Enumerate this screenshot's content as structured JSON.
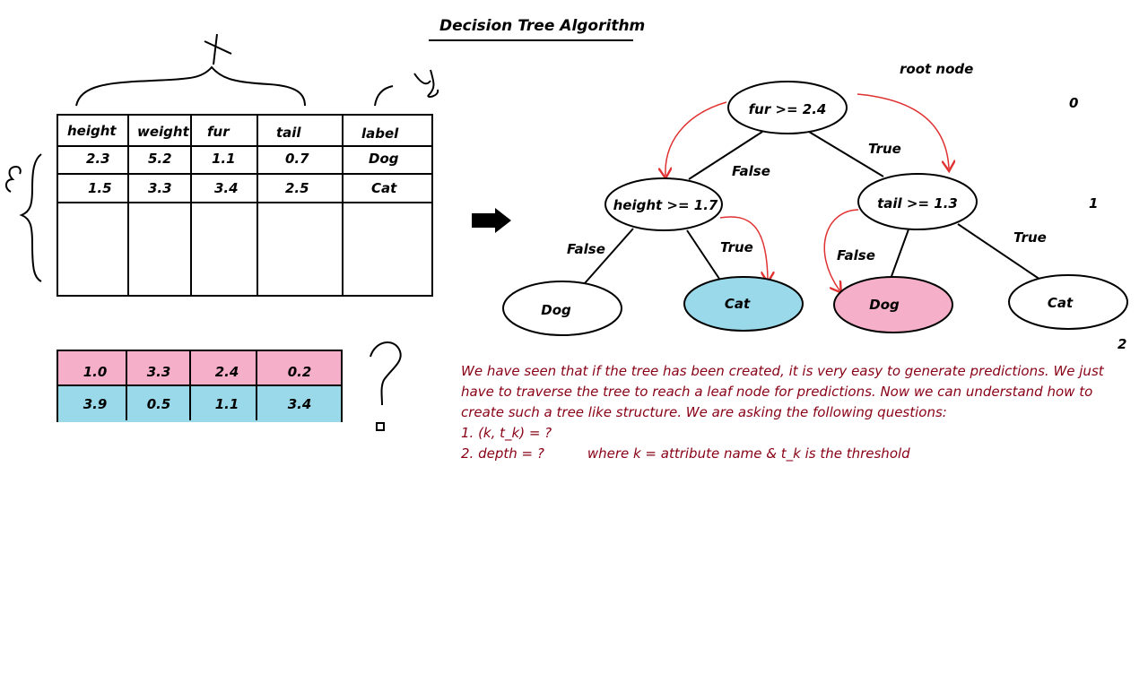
{
  "title": "Decision Tree Algorithm",
  "annotations": {
    "x_label": "x",
    "y_label": "y",
    "m_label": "m",
    "question_mark": "?"
  },
  "feature_table": {
    "headers": [
      "height",
      "weight",
      "fur",
      "tail",
      "label"
    ],
    "rows": [
      [
        "2.3",
        "5.2",
        "1.1",
        "0.7",
        "Dog"
      ],
      [
        "1.5",
        "3.3",
        "3.4",
        "2.5",
        "Cat"
      ]
    ]
  },
  "sample_table": {
    "rows": [
      {
        "values": [
          "1.0",
          "3.3",
          "2.4",
          "0.2"
        ],
        "color": "#f6afc8"
      },
      {
        "values": [
          "3.9",
          "0.5",
          "1.1",
          "3.4"
        ],
        "color": "#99d9ea"
      }
    ]
  },
  "tree": {
    "root_label": "root node",
    "root": "fur >= 2.4",
    "left": "height >= 1.7",
    "right": "tail >= 1.3",
    "leaves": [
      "Dog",
      "Cat",
      "Dog",
      "Cat"
    ],
    "edge_true": "True",
    "edge_false": "False",
    "depth_labels": [
      "0",
      "1",
      "2"
    ],
    "colors": {
      "arrow": "#e03030",
      "cat_leaf": "#99d9ea",
      "dog_leaf": "#f6afc8"
    }
  },
  "explanation": {
    "lines": [
      "We have seen that if the tree has been created, it is very easy to generate predictions. We just",
      "have to traverse the tree to reach a leaf node for predictions. Now we can understand how to",
      "create such a tree like structure. We are asking the following questions:",
      "1. (k, t_k) = ?"
    ],
    "last_line_left": "2. depth = ?",
    "last_line_right": "where k = attribute name & t_k is the threshold",
    "color": "#880015"
  }
}
